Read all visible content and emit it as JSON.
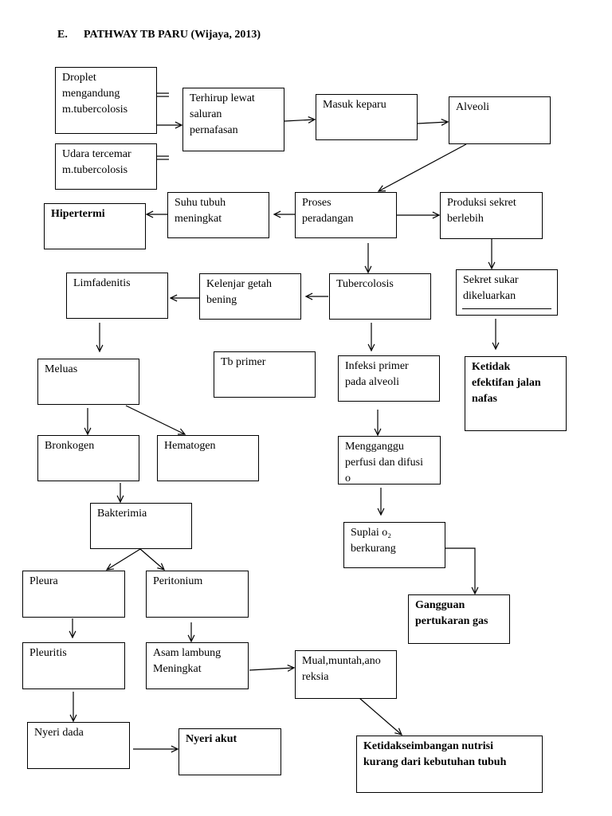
{
  "heading": {
    "number": "E.",
    "title": "PATHWAY TB PARU (Wijaya, 2013)"
  },
  "colors": {
    "line": "#000000",
    "background": "#ffffff"
  },
  "nodes": {
    "droplet": "Droplet\nmengandung\nm.tubercolosis",
    "udara": "Udara tercemar\nm.tubercolosis",
    "terhirup": "Terhirup lewat\nsaluran\npernafasan",
    "masuk_keparu": "Masuk keparu",
    "alveoli": "Alveoli",
    "proses_peradangan": "Proses\nperadangan",
    "suhu_tubuh": "Suhu tubuh\nmeningkat",
    "hipertermi": "Hipertermi",
    "produksi_sekret": "Produksi sekret\nberlebih",
    "tubercolosis": "Tubercolosis",
    "kelenjar": "Kelenjar getah\nbening",
    "limfadenitis": "Limfadenitis",
    "sekret_sukar": "Sekret sukar\ndikeluarkan",
    "ketidak_efektifan": "Ketidak\nefektifan jalan\nnafas",
    "meluas": "Meluas",
    "tb_primer": "Tb primer",
    "infeksi_primer": "Infeksi primer\npada alveoli",
    "bronkogen": "Bronkogen",
    "hematogen": "Hematogen",
    "mengganggu": "Mengganggu\nperfusi dan difusi\no",
    "bakterimia": "Bakterimia",
    "suplai_o2": "Suplai o₂\nberkurang",
    "gangguan_pertukaran": "Gangguan\npertukaran gas",
    "pleura": "Pleura",
    "peritonium": "Peritonium",
    "pleuritis": "Pleuritis",
    "asam_lambung": "Asam lambung\nMeningkat",
    "mual": "Mual,muntah,ano\nreksia",
    "nyeri_dada": "Nyeri dada",
    "nyeri_akut": "Nyeri akut",
    "ketidakseimbangan": "Ketidakseimbangan nutrisi\nkurang dari kebutuhan tubuh"
  }
}
